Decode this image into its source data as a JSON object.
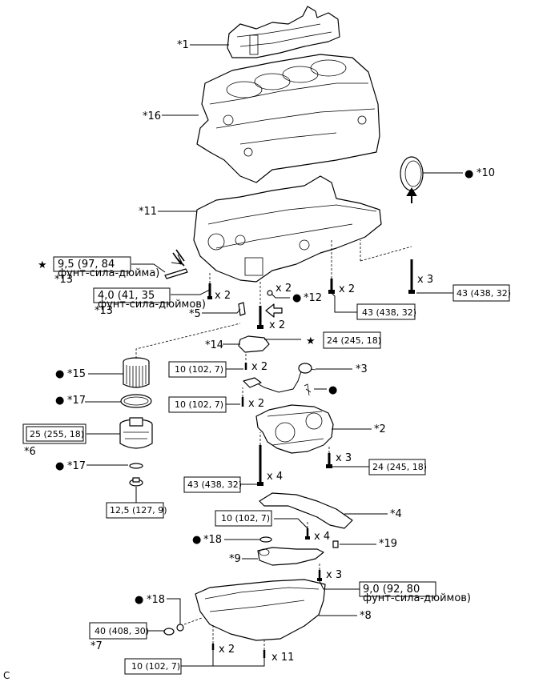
{
  "callouts": {
    "c1": "*1",
    "c16": "*16",
    "c10": "*10",
    "c11": "*11",
    "c13a": "*13",
    "c13b": "*13",
    "c12": "*12",
    "c5": "*5",
    "c14": "*14",
    "c15": "*15",
    "c3": "*3",
    "c17a": "*17",
    "c2": "*2",
    "c6": "*6",
    "c17b": "*17",
    "c4": "*4",
    "c18a": "*18",
    "c19": "*19",
    "c9": "*9",
    "c18b": "*18",
    "c8": "*8",
    "c7": "*7"
  },
  "qty": {
    "x2_a": "x 2",
    "x2_b": "x 2",
    "x3_a": "x 3",
    "x2_c": "x 2",
    "x2_d": "x 2",
    "x2_e": "x 2",
    "x2_f": "x 2",
    "x3_b": "x 3",
    "x4_a": "x 4",
    "x4_b": "x 4",
    "x3_c": "x 3",
    "x2_g": "x 2",
    "x11": "x 11"
  },
  "torque": {
    "t_95_a": "9,5 (97, 84",
    "t_95_b": "фунт-сила-дюйма)",
    "t_40_a": "4,0 (41, 35",
    "t_40_b": "фунт-сила-дюймов)",
    "t_43_a": "43 (438, 32)",
    "t_43_b": "43 (438, 32)",
    "t_24_a": "24 (245, 18)",
    "t_10_a": "10 (102, 7)",
    "t_10_b": "10 (102, 7)",
    "t_25": "25 (255, 18)",
    "t_24_b": "24 (245, 18)",
    "t_43_c": "43 (438, 32)",
    "t_125": "12,5 (127, 9)",
    "t_10_c": "10 (102, 7)",
    "t_90_a": "9,0 (92, 80",
    "t_90_b": "фунт-сила-дюймов)",
    "t_40_nm": "40 (408, 30)",
    "t_10_d": "10 (102, 7)"
  },
  "symbols": {
    "star": "★",
    "dot": "●"
  },
  "footer_mark": "C"
}
